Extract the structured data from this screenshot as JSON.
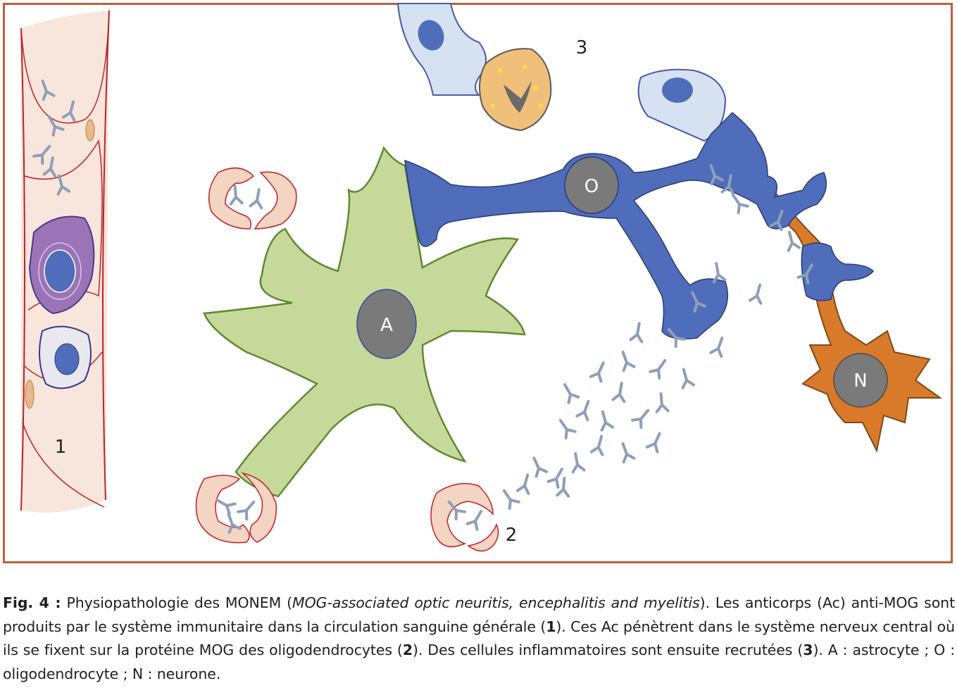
{
  "figure": {
    "labels": {
      "region_1": "1",
      "region_2": "2",
      "region_3": "3",
      "astrocyte": "A",
      "oligodendrocyte": "O",
      "neuron": "N"
    },
    "colors": {
      "frame": "#c0603a",
      "vessel_fill": "#f8e6dc",
      "vessel_stroke": "#c0202a",
      "astrocyte_fill": "#c6d99a",
      "astrocyte_stroke": "#5e8a2e",
      "oligodendrocyte_fill": "#4f6dba",
      "neuron_fill": "#d97a2a",
      "nucleus_fill": "#7a7a7a",
      "antibody": "#8e9fb8",
      "plasma_cell": "#9b74b8",
      "lymphocyte_fill": "#e8e8ee",
      "macrophage_fill": "#d6e2f2",
      "granulocyte_fill": "#f0c07a"
    }
  },
  "caption": {
    "fig_label": "Fig. 4 :",
    "text_1": " Physiopathologie des MONEM (",
    "italic": "MOG-associated optic neuritis, encephalitis and myelitis",
    "text_2": "). Les anticorps (Ac) anti-MOG sont produits par le système immunitaire dans la circulation sanguine générale (",
    "ref_1": "1",
    "text_3": "). Ces Ac pénètrent dans le système nerveux central où ils se fixent sur la protéine MOG des oligodendrocytes (",
    "ref_2": "2",
    "text_4": "). Des cellules inflammatoires sont ensuite recrutées (",
    "ref_3": "3",
    "text_5": "). A : astrocyte ; O : oligodendrocyte ; N : neurone."
  }
}
